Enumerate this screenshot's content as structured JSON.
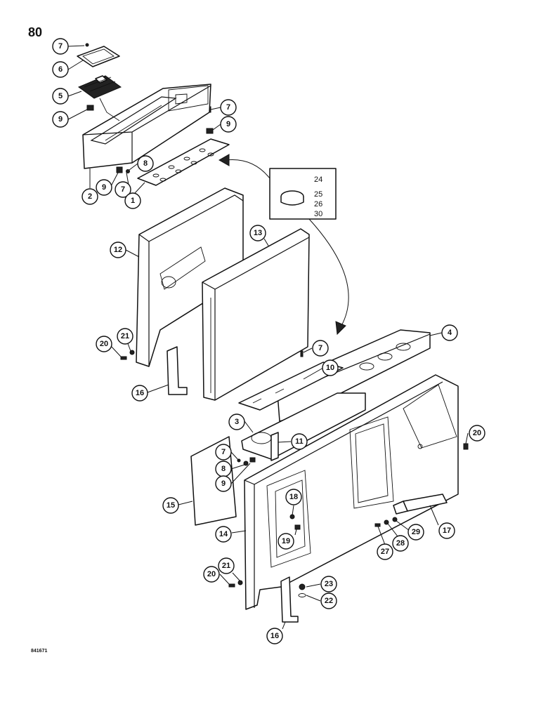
{
  "page": {
    "number": "80",
    "drawing_code": "841671"
  },
  "inset": {
    "labels": [
      "24",
      "25",
      "26",
      "30"
    ]
  },
  "callouts": [
    {
      "label": "7"
    },
    {
      "label": "6"
    },
    {
      "label": "5"
    },
    {
      "label": "9"
    },
    {
      "label": "7"
    },
    {
      "label": "9"
    },
    {
      "label": "8"
    },
    {
      "label": "9"
    },
    {
      "label": "7"
    },
    {
      "label": "2"
    },
    {
      "label": "1"
    },
    {
      "label": "12"
    },
    {
      "label": "13"
    },
    {
      "label": "21"
    },
    {
      "label": "20"
    },
    {
      "label": "16"
    },
    {
      "label": "7"
    },
    {
      "label": "4"
    },
    {
      "label": "10"
    },
    {
      "label": "3"
    },
    {
      "label": "11"
    },
    {
      "label": "7"
    },
    {
      "label": "8"
    },
    {
      "label": "9"
    },
    {
      "label": "20"
    },
    {
      "label": "15"
    },
    {
      "label": "18"
    },
    {
      "label": "14"
    },
    {
      "label": "19"
    },
    {
      "label": "17"
    },
    {
      "label": "29"
    },
    {
      "label": "28"
    },
    {
      "label": "27"
    },
    {
      "label": "21"
    },
    {
      "label": "20"
    },
    {
      "label": "23"
    },
    {
      "label": "22"
    },
    {
      "label": "16"
    }
  ]
}
